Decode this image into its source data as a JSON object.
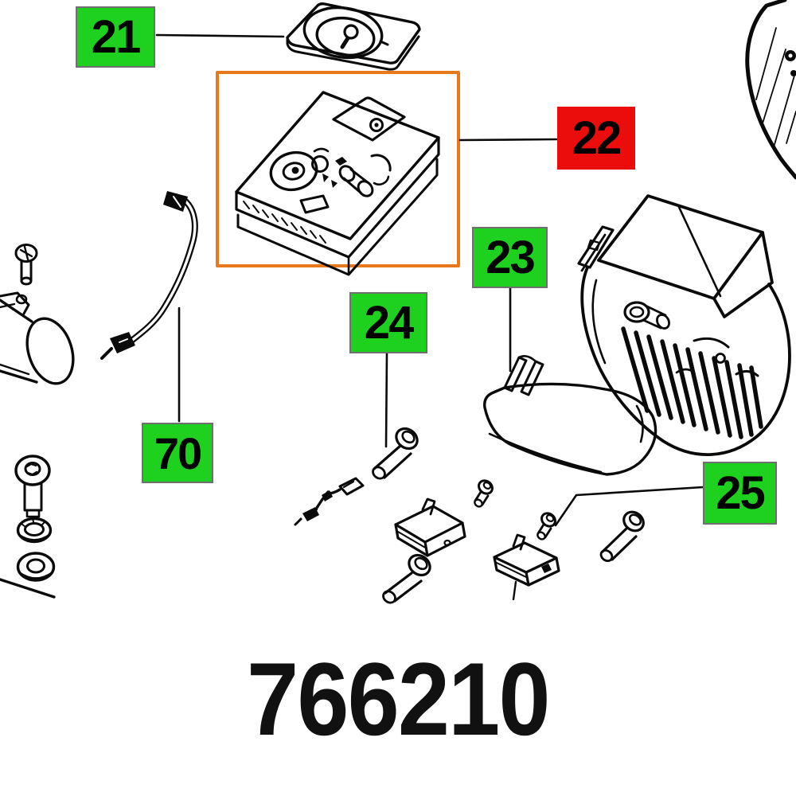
{
  "diagram": {
    "order_number": "766210",
    "callouts": [
      {
        "number": "21",
        "style": "green"
      },
      {
        "number": "22",
        "style": "red"
      },
      {
        "number": "23",
        "style": "green"
      },
      {
        "number": "24",
        "style": "green"
      },
      {
        "number": "25",
        "style": "green"
      },
      {
        "number": "70",
        "style": "green"
      }
    ],
    "colors": {
      "callout_green": "#1fd11f",
      "callout_selected_red": "#eb0c0c",
      "highlight_box_orange": "#e8791a",
      "line_art": "#0a0a0a"
    }
  }
}
